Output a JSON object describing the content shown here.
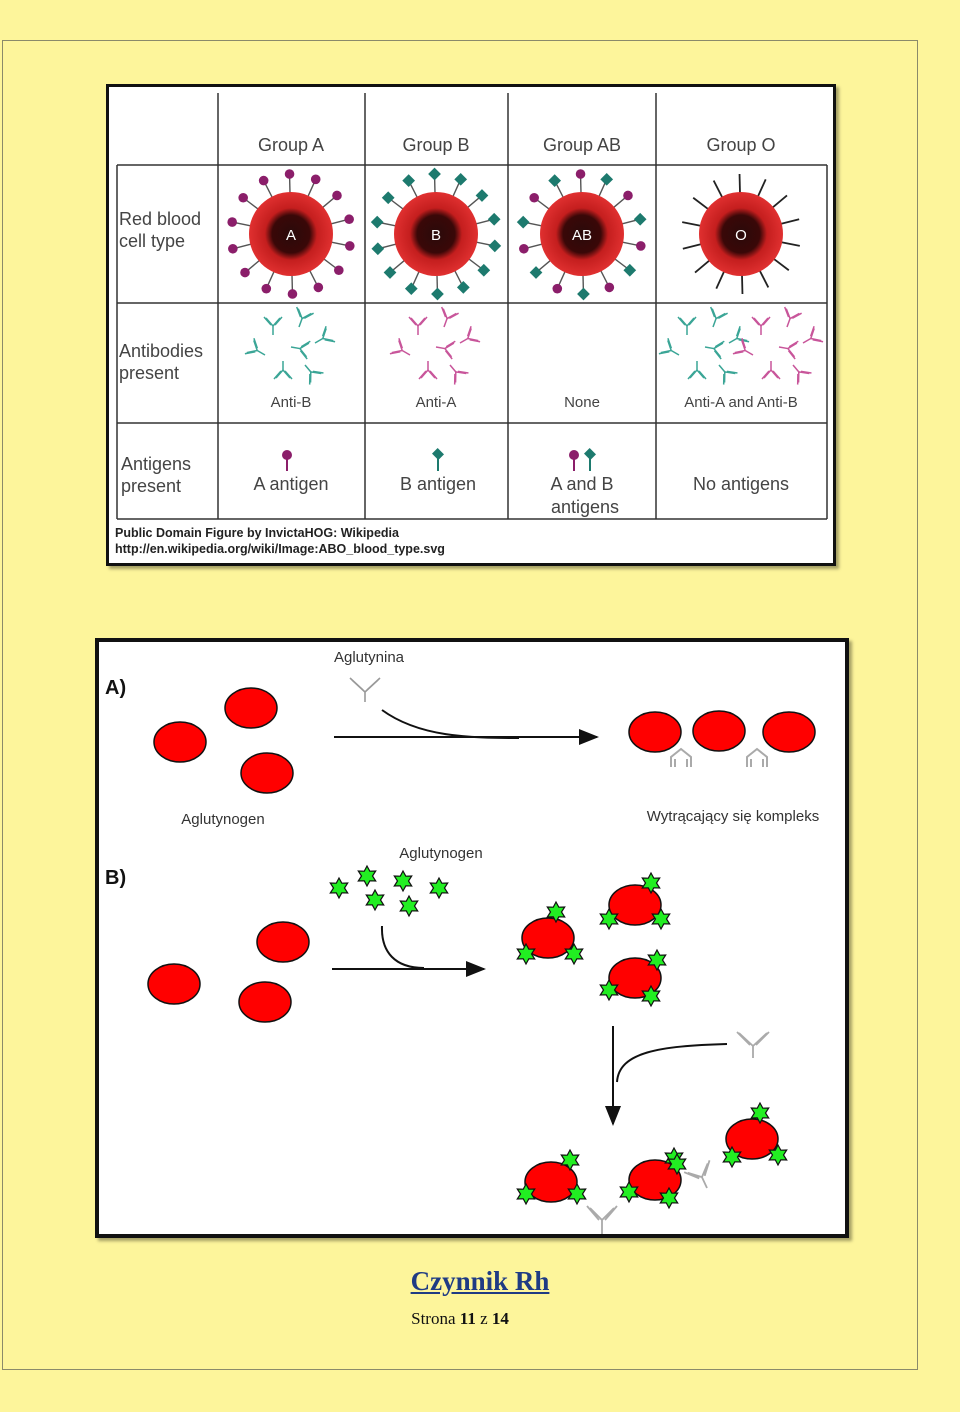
{
  "abo_table": {
    "columns": [
      "Group A",
      "Group B",
      "Group AB",
      "Group O"
    ],
    "rows": [
      {
        "header": "Red blood\ncell type",
        "cells": [
          "A",
          "B",
          "AB",
          "O"
        ]
      },
      {
        "header": "Antibodies\npresent",
        "cells": [
          "Anti-B",
          "Anti-A",
          "None",
          "Anti-A and Anti-B"
        ]
      },
      {
        "header": "Antigens\npresent",
        "cells": [
          "A antigen",
          "B antigen",
          "A and B\nantigens",
          "No antigens"
        ]
      }
    ],
    "credit_line1": "Public Domain Figure by InvictaHOG: Wikipedia",
    "credit_line2": "http://en.wikipedia.org/wiki/Image:ABO_blood_type.svg",
    "colors": {
      "cell_red": "#d42a2a",
      "antigen_a": "#8b1e6a",
      "antigen_b": "#1d7a6e",
      "antibody_teal": "#3aa596",
      "antibody_pink": "#c8559a"
    }
  },
  "agglutination": {
    "panel_a_label": "A)",
    "panel_b_label": "B)",
    "aglutynina_label": "Aglutynina",
    "aglutynogen_label": "Aglutynogen",
    "complex_label": "Wytrącający się kompleks",
    "aglutynogen_label_b": "Aglutynogen",
    "colors": {
      "cell_red": "#ff0000",
      "star_green": "#22ee22",
      "antibody_gray": "#aaaaaa"
    }
  },
  "footer": {
    "title": "Czynnik Rh",
    "page_word": "Strona",
    "page_current": "11",
    "page_of": "z",
    "page_total": "14"
  }
}
